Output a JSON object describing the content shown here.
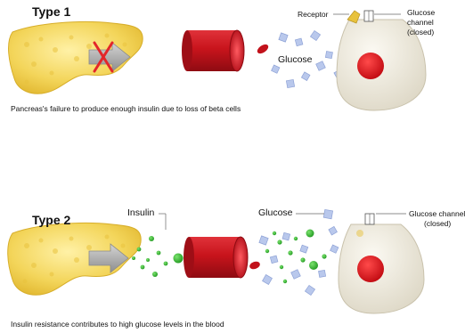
{
  "type1": {
    "title": "Type 1",
    "caption": "Pancreas's failure to produce  enough insulin due to loss of beta cells",
    "glucose_label": "Glucose",
    "receptor_label": "Receptor",
    "channel_label_line1": "Glucose",
    "channel_label_line2": "channel",
    "channel_label_line3": "(closed)"
  },
  "type2": {
    "title": "Type 2",
    "caption": "Insulin resistance contributes to high glucose levels in the blood",
    "insulin_label": "Insulin",
    "glucose_label": "Glucose",
    "channel_label_line1": "Glucose channel",
    "channel_label_line2": "(closed)"
  },
  "colors": {
    "pancreas": "#f2d24a",
    "vessel": "#c8141c",
    "nucleus": "#e2141c",
    "cell": "#f1ede0",
    "insulin": "#3dbb3a",
    "glucose": "#b9c8ec",
    "arrow": "#a7a7a7",
    "cross": "#e3262a",
    "receptor": "#e8c23c"
  }
}
